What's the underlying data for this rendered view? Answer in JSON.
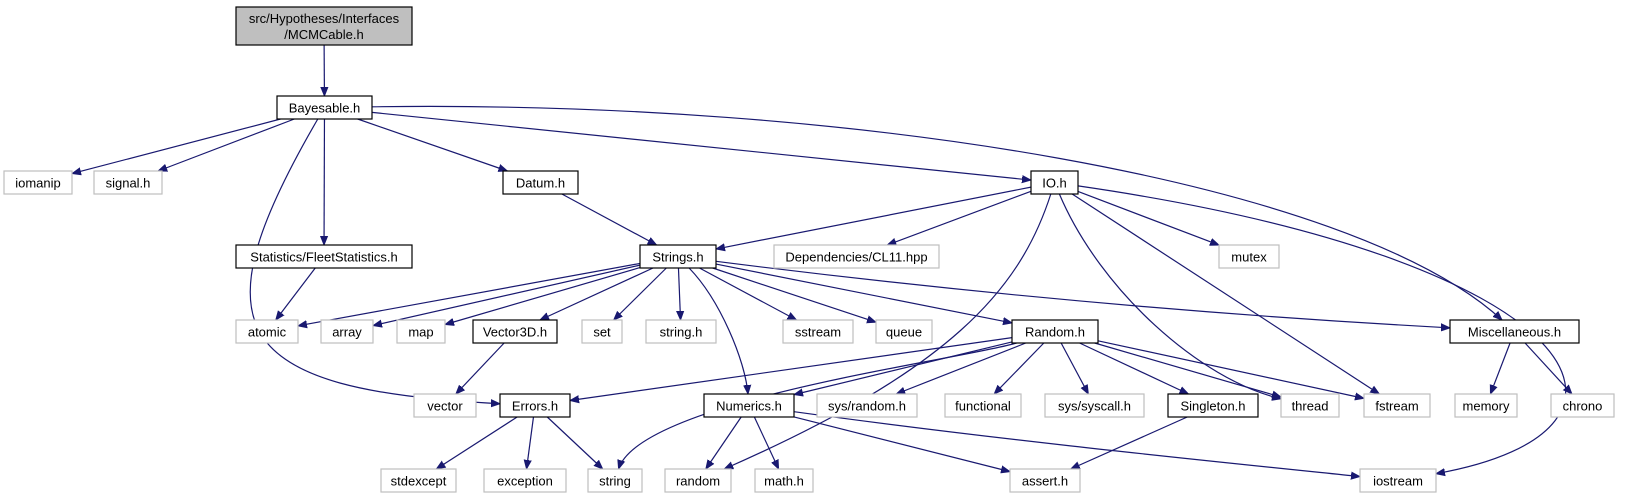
{
  "colors": {
    "edge": "#191970",
    "root_fill": "#bfbfbf",
    "local_fill": "#ffffff",
    "local_border": "#000000",
    "system_border": "#bfbfbf",
    "system_text": "#404040"
  },
  "nodes": {
    "mcmcable": {
      "lines": [
        "src/Hypotheses/Interfaces",
        "/MCMCable.h"
      ],
      "kind": "root"
    },
    "bayesable": {
      "lines": [
        "Bayesable.h"
      ],
      "kind": "local"
    },
    "iomanip": {
      "lines": [
        "iomanip"
      ],
      "kind": "system"
    },
    "signal": {
      "lines": [
        "signal.h"
      ],
      "kind": "system"
    },
    "datum": {
      "lines": [
        "Datum.h"
      ],
      "kind": "local"
    },
    "io": {
      "lines": [
        "IO.h"
      ],
      "kind": "local"
    },
    "fleetstats": {
      "lines": [
        "Statistics/FleetStatistics.h"
      ],
      "kind": "local"
    },
    "strings": {
      "lines": [
        "Strings.h"
      ],
      "kind": "local"
    },
    "cl11": {
      "lines": [
        "Dependencies/CL11.hpp"
      ],
      "kind": "system"
    },
    "mutex": {
      "lines": [
        "mutex"
      ],
      "kind": "system"
    },
    "atomic": {
      "lines": [
        "atomic"
      ],
      "kind": "system"
    },
    "array": {
      "lines": [
        "array"
      ],
      "kind": "system"
    },
    "map": {
      "lines": [
        "map"
      ],
      "kind": "system"
    },
    "vector3d": {
      "lines": [
        "Vector3D.h"
      ],
      "kind": "local"
    },
    "set": {
      "lines": [
        "set"
      ],
      "kind": "system"
    },
    "stringh": {
      "lines": [
        "string.h"
      ],
      "kind": "system"
    },
    "sstream": {
      "lines": [
        "sstream"
      ],
      "kind": "system"
    },
    "queue": {
      "lines": [
        "queue"
      ],
      "kind": "system"
    },
    "random_h": {
      "lines": [
        "Random.h"
      ],
      "kind": "local"
    },
    "misc": {
      "lines": [
        "Miscellaneous.h"
      ],
      "kind": "local"
    },
    "vector": {
      "lines": [
        "vector"
      ],
      "kind": "system"
    },
    "errors": {
      "lines": [
        "Errors.h"
      ],
      "kind": "local"
    },
    "numerics": {
      "lines": [
        "Numerics.h"
      ],
      "kind": "local"
    },
    "sysrandom": {
      "lines": [
        "sys/random.h"
      ],
      "kind": "system"
    },
    "functional": {
      "lines": [
        "functional"
      ],
      "kind": "system"
    },
    "syssyscall": {
      "lines": [
        "sys/syscall.h"
      ],
      "kind": "system"
    },
    "singleton": {
      "lines": [
        "Singleton.h"
      ],
      "kind": "local"
    },
    "thread": {
      "lines": [
        "thread"
      ],
      "kind": "system"
    },
    "fstream": {
      "lines": [
        "fstream"
      ],
      "kind": "system"
    },
    "memory": {
      "lines": [
        "memory"
      ],
      "kind": "system"
    },
    "chrono": {
      "lines": [
        "chrono"
      ],
      "kind": "system"
    },
    "stdexcept": {
      "lines": [
        "stdexcept"
      ],
      "kind": "system"
    },
    "exception": {
      "lines": [
        "exception"
      ],
      "kind": "system"
    },
    "string": {
      "lines": [
        "string"
      ],
      "kind": "system"
    },
    "random": {
      "lines": [
        "random"
      ],
      "kind": "system"
    },
    "math": {
      "lines": [
        "math.h"
      ],
      "kind": "system"
    },
    "assert": {
      "lines": [
        "assert.h"
      ],
      "kind": "system"
    },
    "iostream": {
      "lines": [
        "iostream"
      ],
      "kind": "system"
    }
  },
  "edges": [
    [
      "mcmcable",
      "bayesable"
    ],
    [
      "bayesable",
      "iomanip"
    ],
    [
      "bayesable",
      "signal"
    ],
    [
      "bayesable",
      "fleetstats"
    ],
    [
      "bayesable",
      "errors"
    ],
    [
      "bayesable",
      "datum"
    ],
    [
      "bayesable",
      "io"
    ],
    [
      "bayesable",
      "misc"
    ],
    [
      "datum",
      "strings"
    ],
    [
      "fleetstats",
      "atomic"
    ],
    [
      "io",
      "strings"
    ],
    [
      "io",
      "cl11"
    ],
    [
      "io",
      "mutex"
    ],
    [
      "io",
      "random"
    ],
    [
      "io",
      "thread"
    ],
    [
      "io",
      "fstream"
    ],
    [
      "io",
      "iostream"
    ],
    [
      "strings",
      "atomic"
    ],
    [
      "strings",
      "array"
    ],
    [
      "strings",
      "map"
    ],
    [
      "strings",
      "vector3d"
    ],
    [
      "strings",
      "set"
    ],
    [
      "strings",
      "stringh"
    ],
    [
      "strings",
      "numerics"
    ],
    [
      "strings",
      "sstream"
    ],
    [
      "strings",
      "queue"
    ],
    [
      "strings",
      "random_h"
    ],
    [
      "strings",
      "misc"
    ],
    [
      "vector3d",
      "vector"
    ],
    [
      "random_h",
      "string"
    ],
    [
      "random_h",
      "errors"
    ],
    [
      "random_h",
      "numerics"
    ],
    [
      "random_h",
      "sysrandom"
    ],
    [
      "random_h",
      "functional"
    ],
    [
      "random_h",
      "syssyscall"
    ],
    [
      "random_h",
      "singleton"
    ],
    [
      "random_h",
      "thread"
    ],
    [
      "random_h",
      "fstream"
    ],
    [
      "misc",
      "memory"
    ],
    [
      "misc",
      "chrono"
    ],
    [
      "errors",
      "stdexcept"
    ],
    [
      "errors",
      "exception"
    ],
    [
      "errors",
      "string"
    ],
    [
      "numerics",
      "random"
    ],
    [
      "numerics",
      "math"
    ],
    [
      "numerics",
      "assert"
    ],
    [
      "numerics",
      "iostream"
    ],
    [
      "singleton",
      "assert"
    ]
  ]
}
